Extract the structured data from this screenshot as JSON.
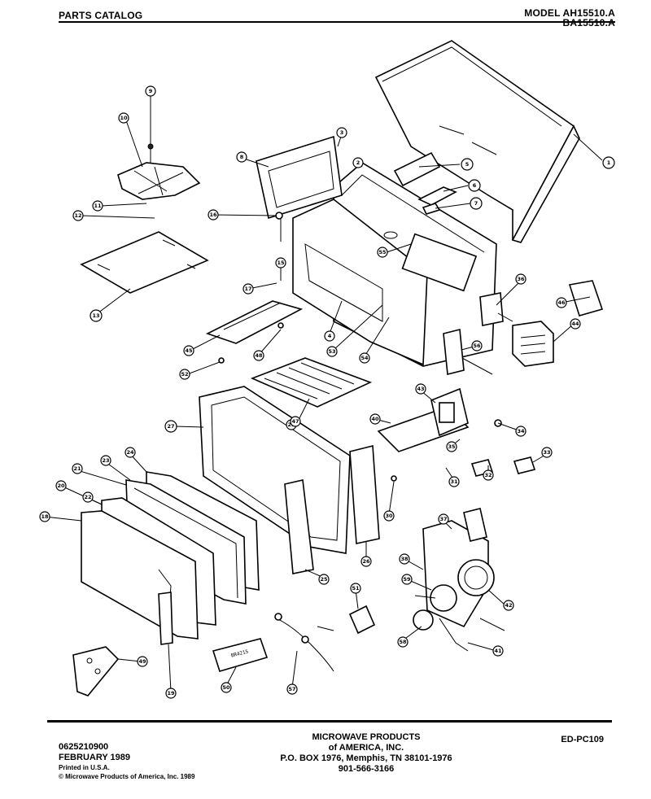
{
  "header": {
    "title": "PARTS CATALOG",
    "model_line1": "MODEL AH15510.A",
    "model_line2": "BA15510.A"
  },
  "footer": {
    "doc_number": "0625210900",
    "date": "FEBRUARY 1989",
    "printed": "Printed in U.S.A.",
    "copyright": "© Microwave Products of America, Inc. 1989",
    "company_line1": "MICROWAVE PRODUCTS",
    "company_line2": "of AMERICA, INC.",
    "company_line3": "P.O. BOX 1976, Memphis, TN 38101-1976",
    "company_line4": "901-566-3166",
    "catalog_code": "ED-PC109"
  },
  "callouts": [
    "1",
    "2",
    "3",
    "4",
    "5",
    "6",
    "7",
    "8",
    "9",
    "10",
    "11",
    "12",
    "13",
    "15",
    "16",
    "17",
    "18",
    "19",
    "20",
    "21",
    "22",
    "23",
    "24",
    "25",
    "26",
    "27",
    "29",
    "30",
    "31",
    "32",
    "33",
    "34",
    "35",
    "36",
    "37",
    "38",
    "40",
    "41",
    "42",
    "43",
    "44",
    "45",
    "46",
    "47",
    "48",
    "49",
    "50",
    "51",
    "52",
    "53",
    "54",
    "55",
    "56",
    "57",
    "58",
    "59"
  ],
  "part_label": "BR4215"
}
